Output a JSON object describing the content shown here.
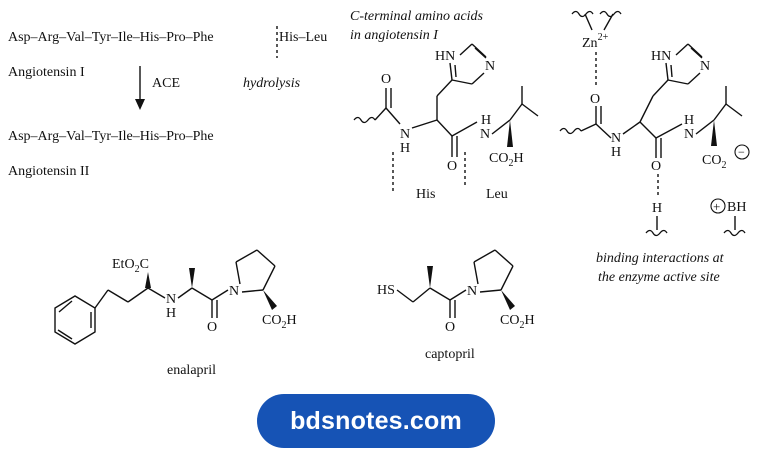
{
  "angiotensin_i": {
    "sequence_left": "Asp–Arg–Val–Tyr–Ile–His–Pro–Phe",
    "sequence_right": "His–Leu",
    "label": "Angiotensin I"
  },
  "conversion": {
    "enzyme": "ACE",
    "process": "hydrolysis"
  },
  "angiotensin_ii": {
    "sequence": "Asp–Arg–Val–Tyr–Ile–His–Pro–Phe",
    "label": "Angiotensin II"
  },
  "c_terminal": {
    "title_line1": "C-terminal amino acids",
    "title_line2": "in angiotensin I",
    "residue_1": "His",
    "residue_2": "Leu"
  },
  "atoms": {
    "hn": "HN",
    "n": "N",
    "nh_n": "N",
    "nh_h": "H",
    "o": "O",
    "co2h": "CO",
    "co2h_sub": "2",
    "co2h_tail": "H",
    "co2_minus": "CO",
    "co2_sub": "2",
    "minus": "−",
    "zn": "Zn",
    "zn_charge": "2+",
    "h": "H",
    "plus": "+",
    "bh": "BH",
    "eto2c": "EtO",
    "eto2c_sub": "2",
    "eto2c_tail": "C",
    "hs": "HS"
  },
  "binding": {
    "caption_line1": "binding interactions at",
    "caption_line2": "the enzyme active site"
  },
  "drugs": {
    "enalapril": "enalapril",
    "captopril": "captopril"
  },
  "brand": {
    "text": "bdsnotes.com",
    "color": "#1653b5"
  }
}
